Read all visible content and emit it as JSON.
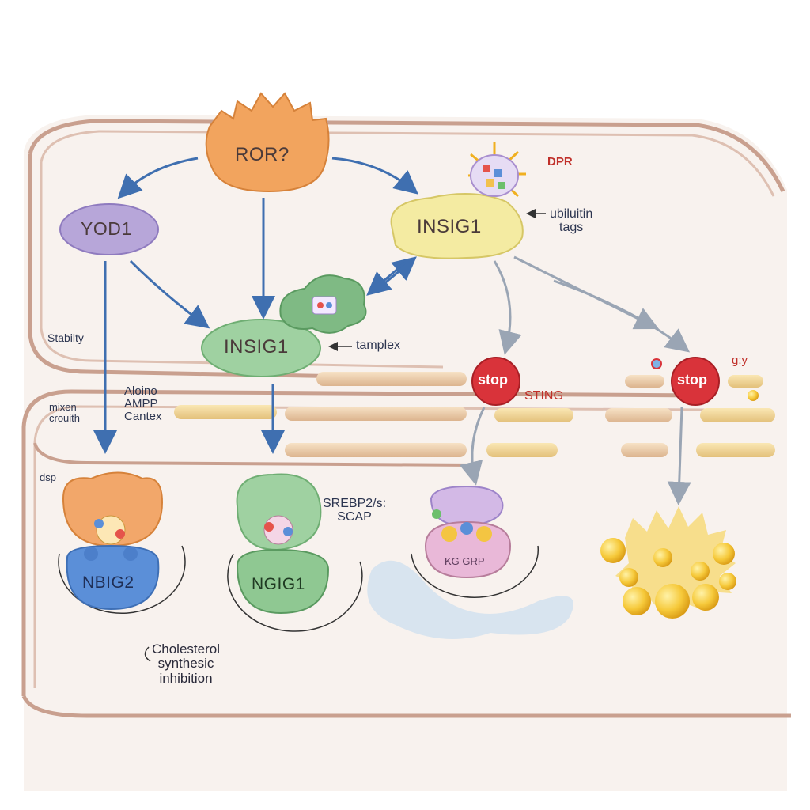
{
  "nodes": {
    "ror": "ROR?",
    "yod1": "YOD1",
    "insig1_top": "INSIG1",
    "insig1_mid": "INSIG1",
    "nbig2": "NBIG2",
    "ngig1": "NGIG1",
    "kg_grp": "KG GRP"
  },
  "labels": {
    "dpr": "DPR",
    "ubiquitin_tags": "ubiluitin\ntags",
    "complex": "tamplex",
    "stability": "Stabilty",
    "ampk_complex": "Aloino\nAMPP\nCantex",
    "mixed_growth": "mixen\ncrouith",
    "dsp": "dsp",
    "srebp2_scap": "SREBP2/s:\nSCAP",
    "sting": "STING",
    "gy": "g:y",
    "cholesterol": "Cholesterol\nsynthesic\ninhibition"
  },
  "stops": [
    "stop",
    "stop"
  ],
  "colors": {
    "membrane": "#c9a08f",
    "cytoplasm": "#f8f2ee",
    "arrow_blue": "#3f6fb0",
    "arrow_grey": "#9aa5b4",
    "ror": "#f2a45e",
    "yod1": "#b7a6d9",
    "insig1_top": "#f4eba2",
    "insig1_mid": "#9fd1a1",
    "stop": "#d9333a",
    "lipid": "#f4c542"
  }
}
